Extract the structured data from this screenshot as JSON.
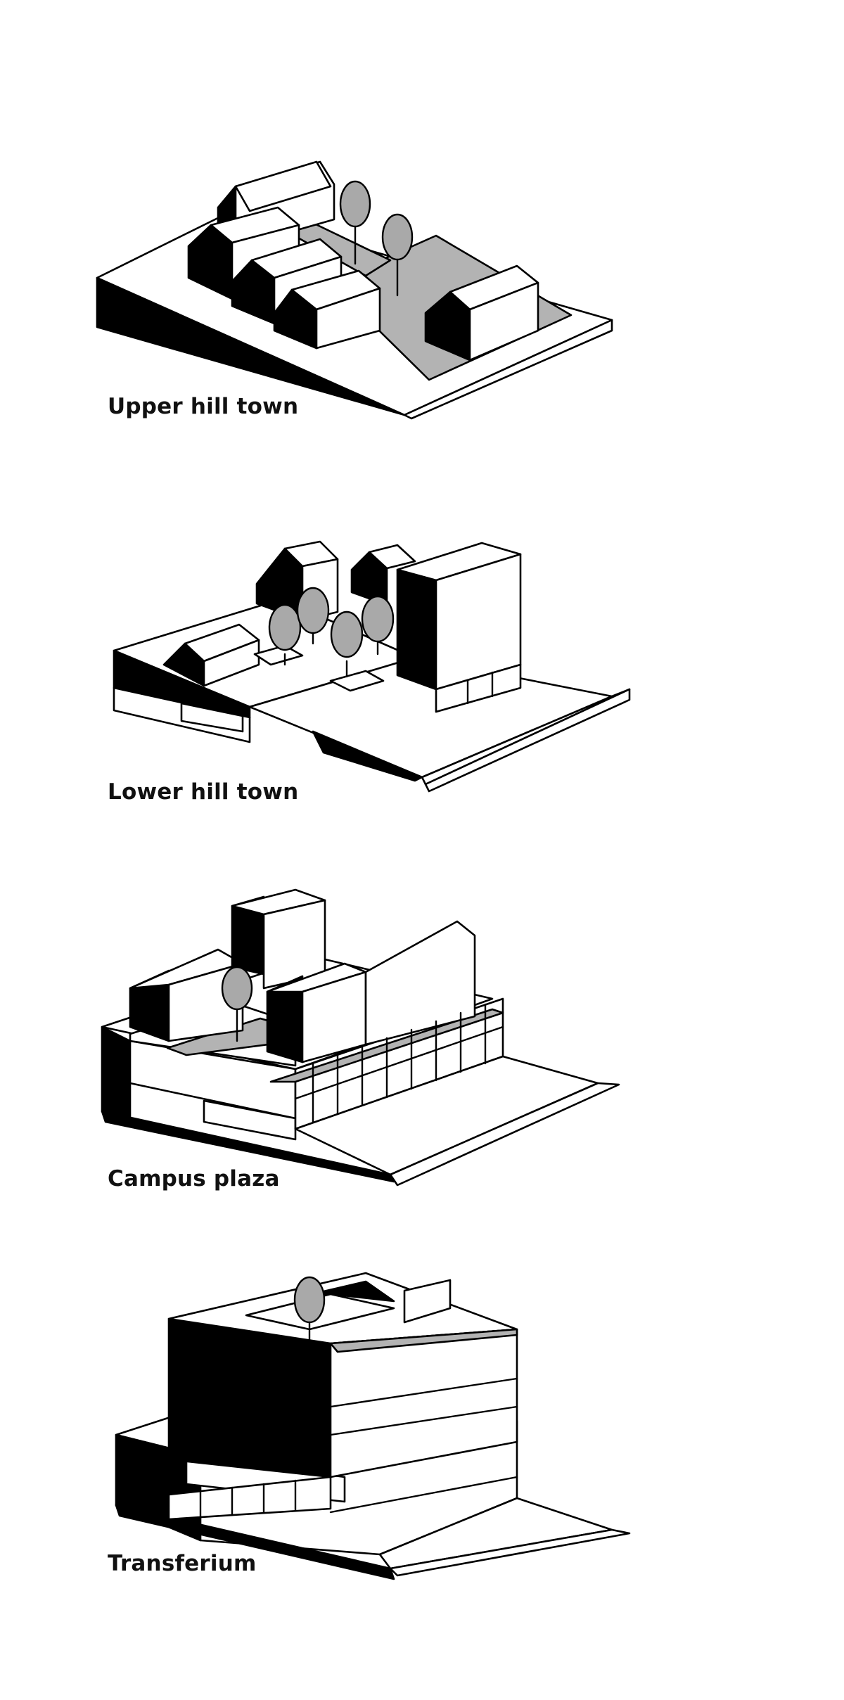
{
  "diagrams": [
    {
      "label": "Upper hill town"
    },
    {
      "label": "Lower hill town"
    },
    {
      "label": "Campus plaza"
    },
    {
      "label": "Transferium"
    }
  ]
}
